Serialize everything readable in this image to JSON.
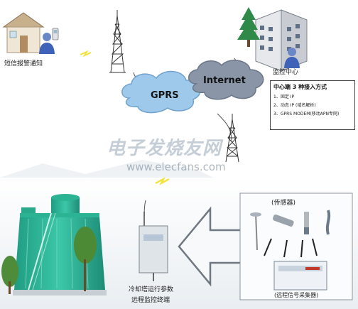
{
  "labels": {
    "sms_alert": "短信报警通知",
    "monitor_center": "监控中心",
    "gprs": "GPRS",
    "internet": "Internet",
    "tower_params": "冷却塔运行参数",
    "remote_terminal": "远程监控终端",
    "sensor": "(传感器)",
    "collector": "(远程信号采集器)"
  },
  "access_methods": {
    "title": "中心端 3 种接入方式",
    "options": [
      "1、固定 IP",
      "2、动态 IP (域名解析)",
      "3、GPRS MODEM(移动APN专网)"
    ]
  },
  "watermark": {
    "cn": "电子发烧友网",
    "url": "www.elecfans.com"
  },
  "colors": {
    "cloud": "#9ec9ea",
    "tower_green": "#2fb79a",
    "arrow_stroke": "#6f7780",
    "lightning": "#f2e33a"
  },
  "icons": [
    "house-icon",
    "person-icon",
    "phone-icon",
    "radio-tower-icon",
    "building-icon",
    "tree-icon",
    "cloud-icon",
    "lightning-icon",
    "cooling-tower-icon",
    "terminal-box-icon",
    "sensor-icon",
    "arrow-icon"
  ]
}
